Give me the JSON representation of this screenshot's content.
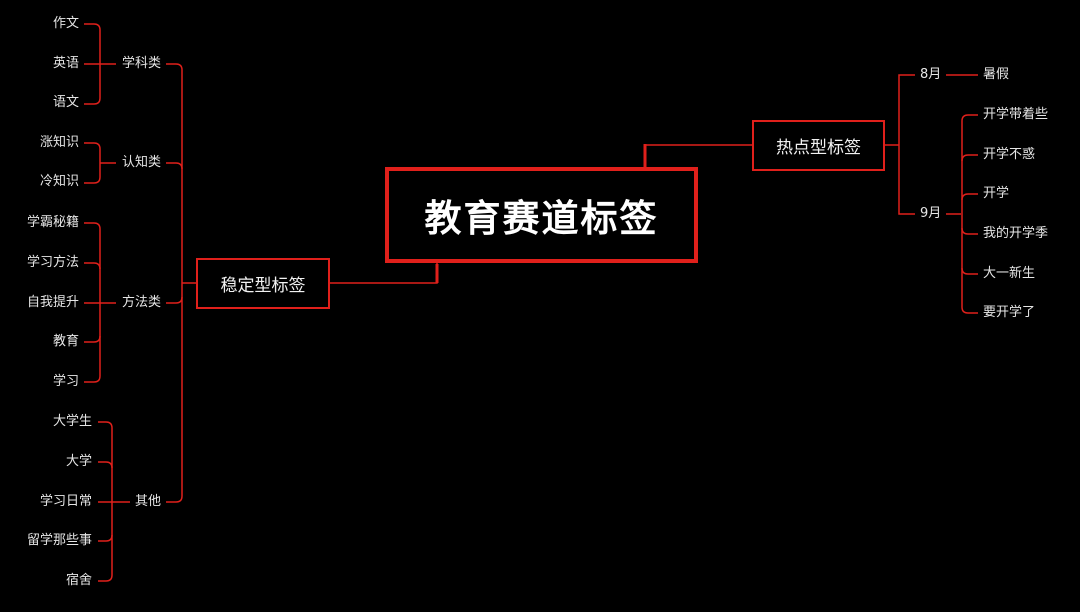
{
  "colors": {
    "background": "#000000",
    "line": "#e0201b",
    "text": "#e6e6e6"
  },
  "root": {
    "label": "教育赛道标签"
  },
  "stable": {
    "label": "稳定型标签",
    "categories": [
      {
        "label": "学科类",
        "items": [
          "作文",
          "英语",
          "语文"
        ]
      },
      {
        "label": "认知类",
        "items": [
          "涨知识",
          "冷知识"
        ]
      },
      {
        "label": "方法类",
        "items": [
          "学霸秘籍",
          "学习方法",
          "自我提升",
          "教育",
          "学习"
        ]
      },
      {
        "label": "其他",
        "items": [
          "大学生",
          "大学",
          "学习日常",
          "留学那些事",
          "宿舍"
        ]
      }
    ]
  },
  "hot": {
    "label": "热点型标签",
    "categories": [
      {
        "label": "8月",
        "items": [
          "暑假"
        ]
      },
      {
        "label": "9月",
        "items": [
          "开学带着些",
          "开学不惑",
          "开学",
          "我的开学季",
          "大一新生",
          "要开学了"
        ]
      }
    ]
  }
}
